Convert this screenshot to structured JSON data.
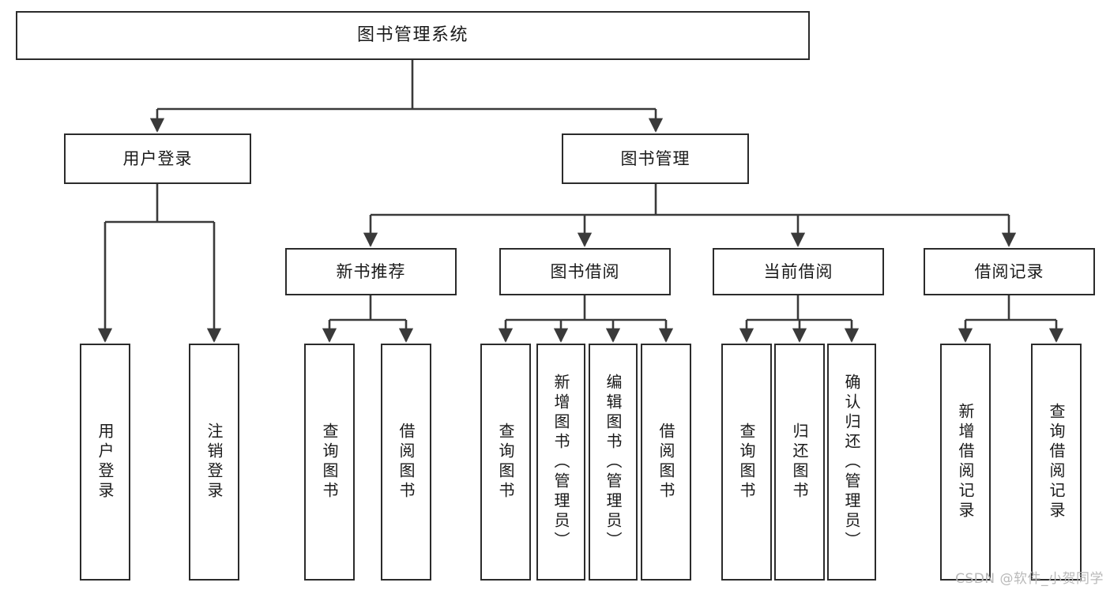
{
  "diagram": {
    "title": "图书管理系统",
    "type": "功能结构图",
    "watermark": "CSDN @软件_小贺同学",
    "colors": {
      "box_border": "#2b2b2b",
      "box_fill": "#ffffff",
      "edge": "#3a3a3a",
      "text": "#1a1a1a",
      "watermark": "#b9b9b9"
    },
    "root": {
      "label": "图书管理系统"
    },
    "level2": [
      {
        "label": "用户登录"
      },
      {
        "label": "图书管理"
      }
    ],
    "level3": [
      {
        "label": "新书推荐"
      },
      {
        "label": "图书借阅"
      },
      {
        "label": "当前借阅"
      },
      {
        "label": "借阅记录"
      }
    ],
    "leaves": {
      "user_login": [
        {
          "label": "用户登录"
        },
        {
          "label": "注销登录"
        }
      ],
      "new_book_recommend": [
        {
          "label": "查询图书"
        },
        {
          "label": "借阅图书"
        }
      ],
      "book_borrow": [
        {
          "label": "查询图书"
        },
        {
          "label": "新增图书（管理员）"
        },
        {
          "label": "编辑图书（管理员）"
        },
        {
          "label": "借阅图书"
        }
      ],
      "current_borrow": [
        {
          "label": "查询图书"
        },
        {
          "label": "归还图书"
        },
        {
          "label": "确认归还（管理员）"
        }
      ],
      "borrow_record": [
        {
          "label": "新增借阅记录"
        },
        {
          "label": "查询借阅记录"
        }
      ]
    }
  }
}
